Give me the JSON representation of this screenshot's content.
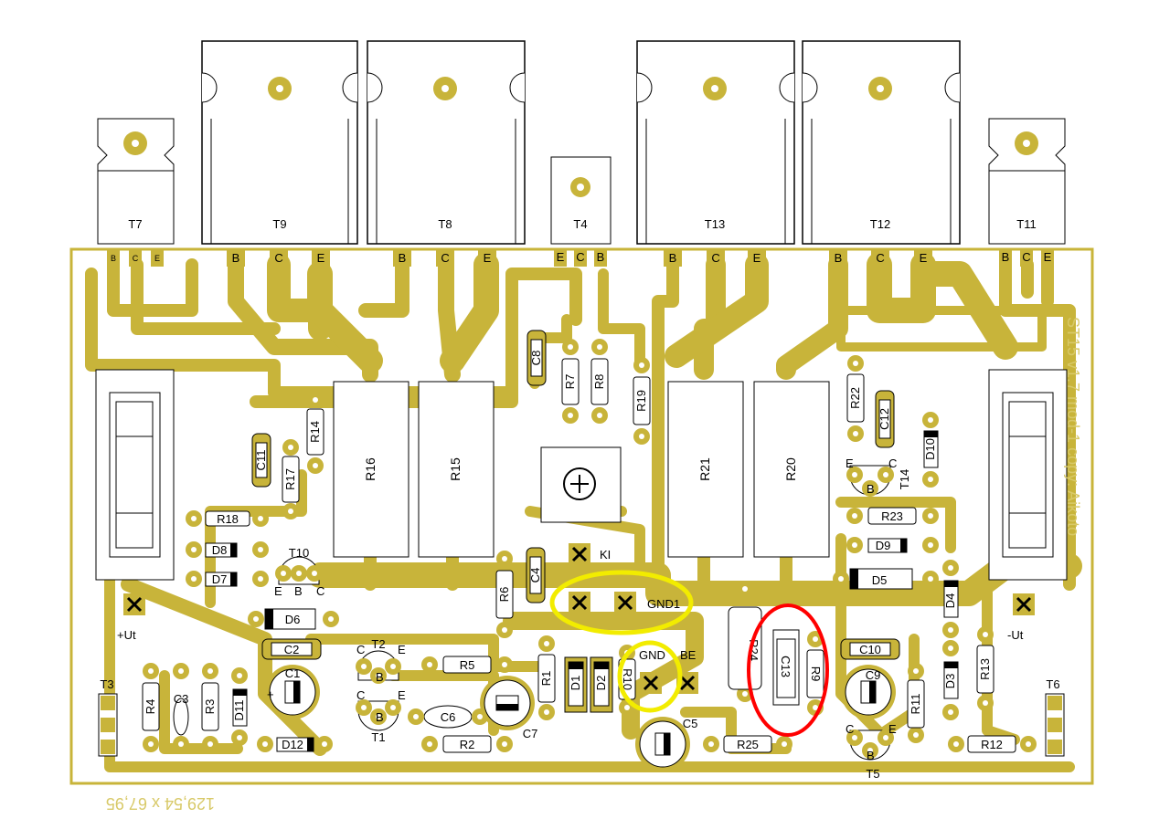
{
  "colors": {
    "copper": "#c8b43a",
    "board_edge": "#c8b43a",
    "outline": "#000000",
    "highlight_yellow": "#f2ec00",
    "highlight_red": "#ff0000",
    "side_text": "#d8c968"
  },
  "board": {
    "side_text": "ST15 v1.7 mod-1 copy: Aikoto",
    "dimension_text": "129,54 x 67,95"
  },
  "transistors_large": [
    {
      "ref": "T9",
      "pins": [
        "B",
        "C",
        "E"
      ]
    },
    {
      "ref": "T8",
      "pins": [
        "B",
        "C",
        "E"
      ]
    },
    {
      "ref": "T13",
      "pins": [
        "B",
        "C",
        "E"
      ]
    },
    {
      "ref": "T12",
      "pins": [
        "B",
        "C",
        "E"
      ]
    }
  ],
  "transistors_small": [
    {
      "ref": "T7",
      "pins": [
        "B",
        "C",
        "E"
      ]
    },
    {
      "ref": "T4",
      "pins": [
        "E",
        "C",
        "B"
      ]
    },
    {
      "ref": "T11",
      "pins": [
        "B",
        "C",
        "E"
      ]
    }
  ],
  "big_resistors": [
    "R16",
    "R15",
    "R21",
    "R20"
  ],
  "resistors": [
    "R18",
    "R17",
    "R14",
    "R7",
    "R8",
    "R19",
    "R22",
    "R23",
    "R6",
    "R5",
    "R4",
    "R3",
    "R2",
    "R1",
    "R24",
    "R25",
    "R11",
    "R13",
    "R12",
    "R9",
    "R10"
  ],
  "capacitors": [
    "C11",
    "C8",
    "C12",
    "C4",
    "C2",
    "C1",
    "C3",
    "C6",
    "C7",
    "C5",
    "C10",
    "C9",
    "C13"
  ],
  "diodes": [
    "D8",
    "D7",
    "D6",
    "D12",
    "D11",
    "D9",
    "D5",
    "D4",
    "D3",
    "D10",
    "D1",
    "D2"
  ],
  "small_transistors": [
    "T10",
    "T2",
    "T1",
    "T14",
    "T5",
    "T3",
    "T6"
  ],
  "pads": {
    "ki": "KI",
    "gnd1": "GND1",
    "gnd": "GND",
    "be": "BE",
    "plus_ut": "+Ut",
    "minus_ut": "-Ut"
  },
  "small_pin_letters": [
    "E",
    "C",
    "B"
  ]
}
